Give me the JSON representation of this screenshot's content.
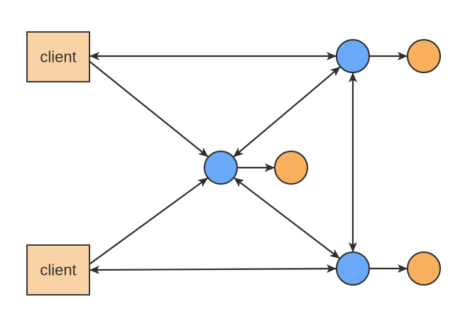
{
  "clients": [
    {
      "id": "client-top",
      "label": "client"
    },
    {
      "id": "client-bottom",
      "label": "client"
    }
  ],
  "nodes": [
    {
      "id": "center",
      "kind": "blue"
    },
    {
      "id": "top-right",
      "kind": "blue"
    },
    {
      "id": "bottom-right",
      "kind": "blue"
    },
    {
      "id": "center-leaf",
      "kind": "orange"
    },
    {
      "id": "top-right-leaf",
      "kind": "orange"
    },
    {
      "id": "bottom-right-leaf",
      "kind": "orange"
    }
  ],
  "edges": [
    {
      "from": "client-top",
      "to": "top-right",
      "direction": "both"
    },
    {
      "from": "client-top",
      "to": "center",
      "direction": "forward"
    },
    {
      "from": "client-bottom",
      "to": "center",
      "direction": "forward"
    },
    {
      "from": "client-bottom",
      "to": "bottom-right",
      "direction": "both"
    },
    {
      "from": "top-right",
      "to": "center",
      "direction": "both"
    },
    {
      "from": "bottom-right",
      "to": "center",
      "direction": "both"
    },
    {
      "from": "top-right",
      "to": "bottom-right",
      "direction": "both"
    },
    {
      "from": "center",
      "to": "center-leaf",
      "direction": "forward"
    },
    {
      "from": "top-right",
      "to": "top-right-leaf",
      "direction": "forward"
    },
    {
      "from": "bottom-right",
      "to": "bottom-right-leaf",
      "direction": "forward"
    }
  ],
  "colors": {
    "client_fill": "#FAD3A5",
    "node_blue": "#6AA9F8",
    "node_orange": "#F9B15F",
    "stroke": "#2E2E2E"
  }
}
